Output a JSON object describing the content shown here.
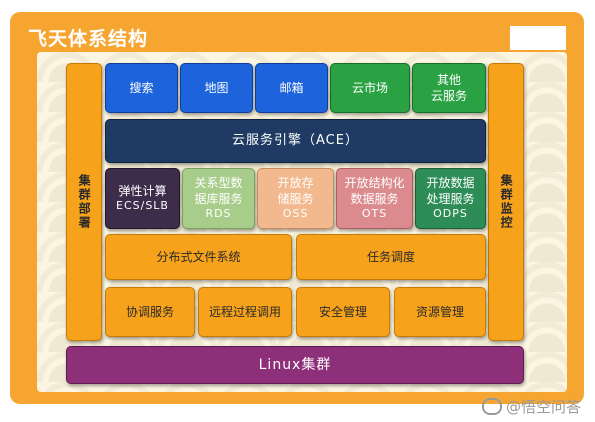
{
  "title": "飞天体系结构",
  "left_column": "集群部署",
  "right_column": "集群监控",
  "top_row": [
    {
      "label": "搜索"
    },
    {
      "label": "地图"
    },
    {
      "label": "邮箱"
    },
    {
      "label": "云市场"
    },
    {
      "label": "其他\n云服务"
    }
  ],
  "ace": "云服务引擎（ACE）",
  "services": [
    {
      "line1": "弹性计算",
      "line2": "ECS/SLB"
    },
    {
      "line1": "关系型数\n据库服务",
      "line2": "RDS"
    },
    {
      "line1": "开放存\n储服务",
      "line2": "OSS"
    },
    {
      "line1": "开放结构化\n数据服务",
      "line2": "OTS"
    },
    {
      "line1": "开放数据\n处理服务",
      "line2": "ODPS"
    }
  ],
  "middle_row": [
    {
      "label": "分布式文件系统"
    },
    {
      "label": "任务调度"
    }
  ],
  "bottom_row": [
    {
      "label": "协调服务"
    },
    {
      "label": "远程过程调用"
    },
    {
      "label": "安全管理"
    },
    {
      "label": "资源管理"
    }
  ],
  "base": "Linux集群",
  "watermark": "@悟空问答",
  "colors": {
    "frame": "#f5a530",
    "blue": "#1d63dc",
    "green": "#2aa243",
    "navy": "#1f3b63",
    "orange": "#f7a21b",
    "purple": "#8e2f7a"
  }
}
